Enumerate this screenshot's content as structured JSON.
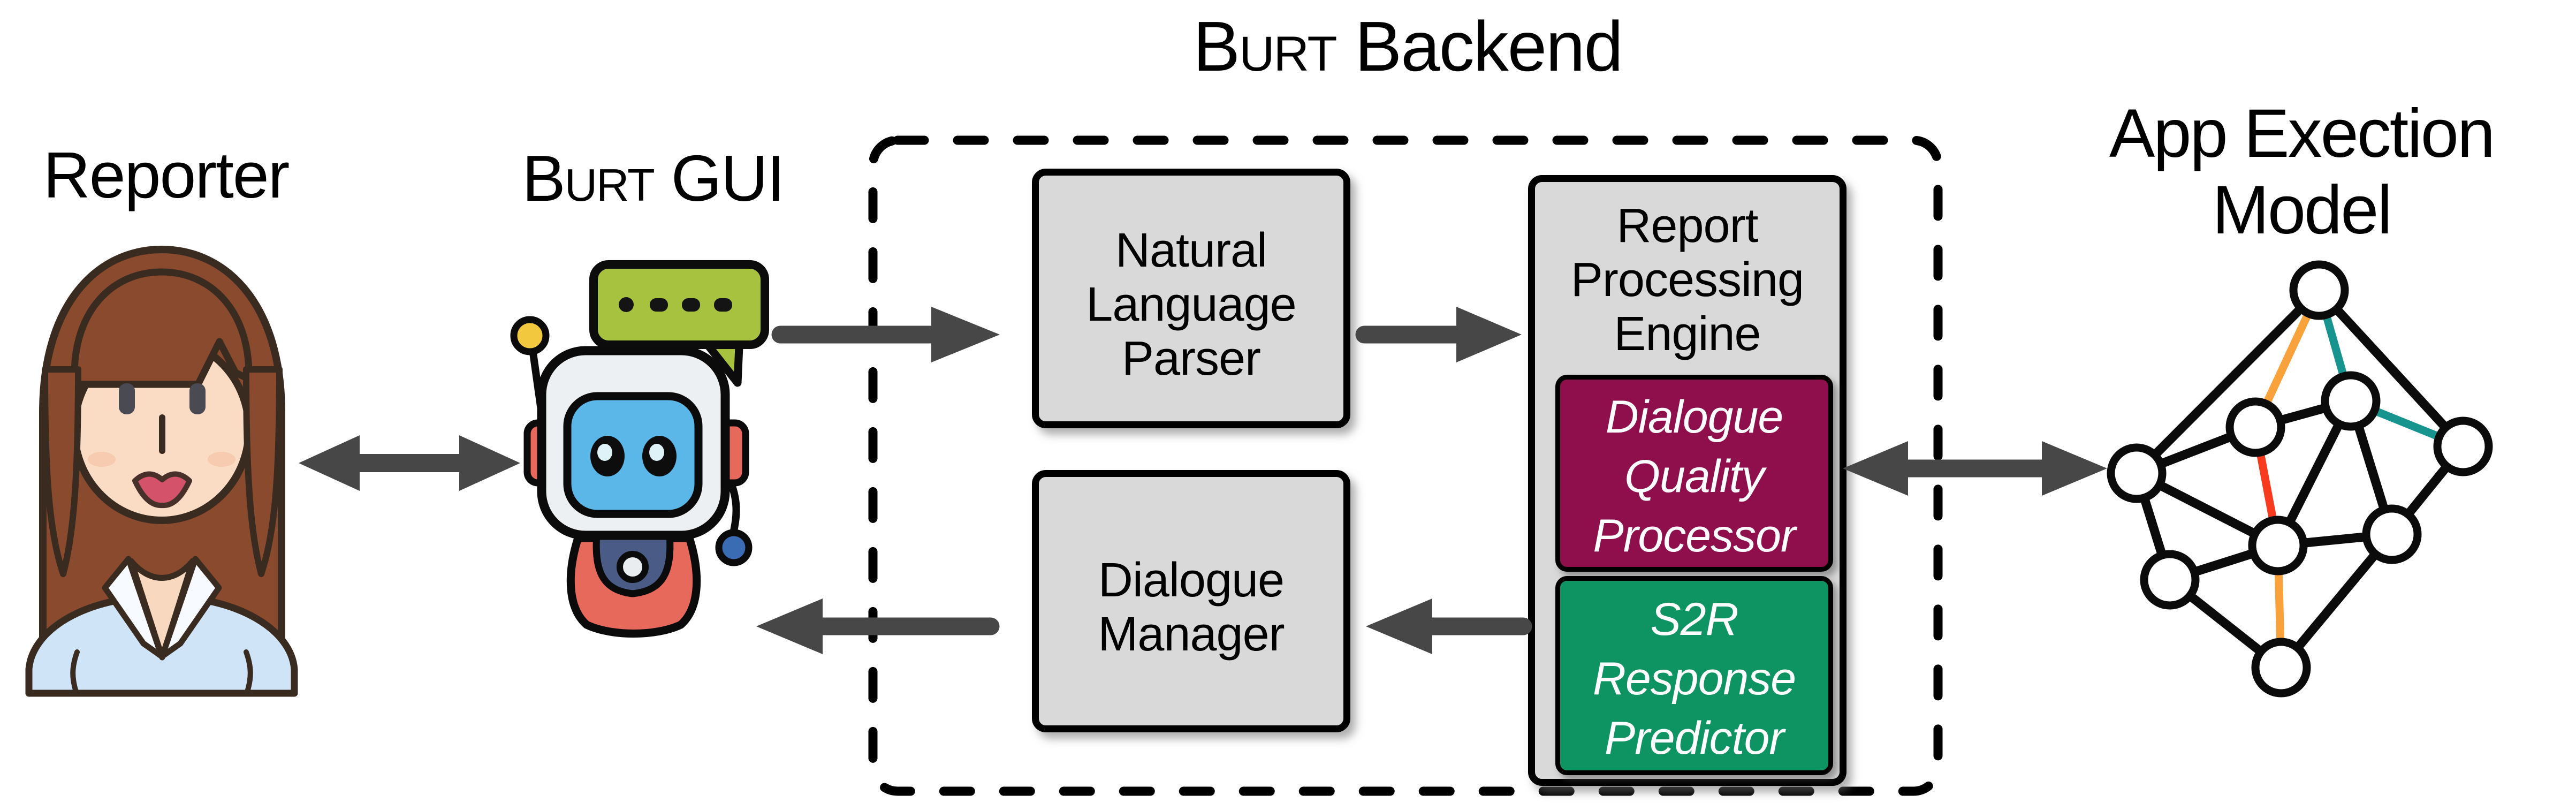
{
  "figure": {
    "background": "#FFFFFF",
    "actors": {
      "reporter_label": "Reporter",
      "gui_brand": "Burt",
      "gui_rest": " GUI"
    },
    "backend": {
      "title_brand": "Burt",
      "title_rest": " Backend",
      "nlp_lines": [
        "Natural",
        "Language",
        "Parser"
      ],
      "dm_lines": [
        "Dialogue",
        "Manager"
      ],
      "rpe_title_lines": [
        "Report",
        "Processing",
        "Engine"
      ],
      "dqp_lines": [
        "Dialogue",
        "Quality",
        "Processor"
      ],
      "s2r_lines": [
        "S2R",
        "Response",
        "Predictor"
      ]
    },
    "app_model": {
      "line1": "App Exection",
      "line2": "Model"
    },
    "colors": {
      "box_fill": "#D9D9D9",
      "box_border": "#000000",
      "dqp_fill": "#8E0F4B",
      "s2r_fill": "#0E9463",
      "arrow_gray": "#474747",
      "dashed_border": "#000000",
      "graph_edge_black": "#0B0B0B",
      "graph_edge_orange": "#F9A13B",
      "graph_edge_teal": "#17948E",
      "graph_edge_red": "#F83A1E",
      "graph_node_fill": "#FFFFFF",
      "bubble_green": "#A6C23F",
      "robot_red": "#E7695C",
      "robot_visor_blue": "#5AB7E7",
      "robot_head": "#EDF0F2",
      "robot_chest_navy": "#4A5B85",
      "antenna_yellow": "#F2C83E",
      "hand_blue": "#3A6CB3",
      "hair_brown": "#8A4A2E",
      "skin": "#F9DCC3",
      "lips_red": "#D5536A",
      "shirt_blue": "#CFE5F7",
      "collar_white": "#F7FAFF"
    },
    "icons": [
      "reporter-avatar-icon",
      "burt-robot-icon",
      "speech-bubble-icon",
      "app-execution-graph-icon"
    ]
  }
}
